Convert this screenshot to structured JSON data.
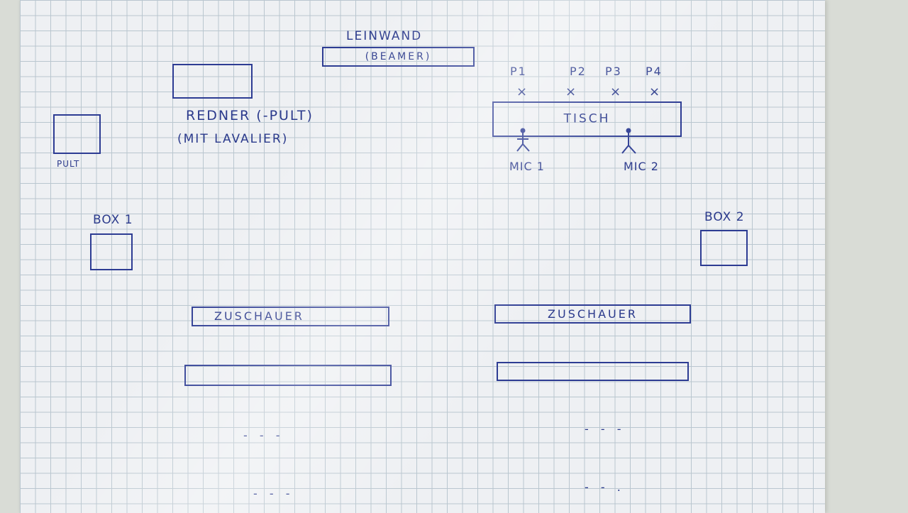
{
  "labels": {
    "leinwand": "LEINWAND",
    "beamer": "(BEAMER)",
    "redner_pult": "REDNER (-PULT)",
    "mit_lavalier": "(MIT LAVALIER)",
    "pult": "PULT",
    "tisch": "TISCH",
    "p1": "P1",
    "p2": "P2",
    "p3": "P3",
    "p4": "P4",
    "x_mark": "×",
    "mic1": "MIC 1",
    "mic2": "MIC 2",
    "box1": "BOX 1",
    "box2": "BOX 2",
    "zuschauer_left": "ZUSCHAUER",
    "zuschauer_right": "ZUSCHAUER",
    "ellipsis_1": "- - -",
    "ellipsis_2": "- - -",
    "ellipsis_3": "- - -",
    "ellipsis_4": "- - ."
  },
  "colors": {
    "ink": "#2b3a8c",
    "paper": "#eef0f3",
    "grid": "#b9c6cf"
  }
}
